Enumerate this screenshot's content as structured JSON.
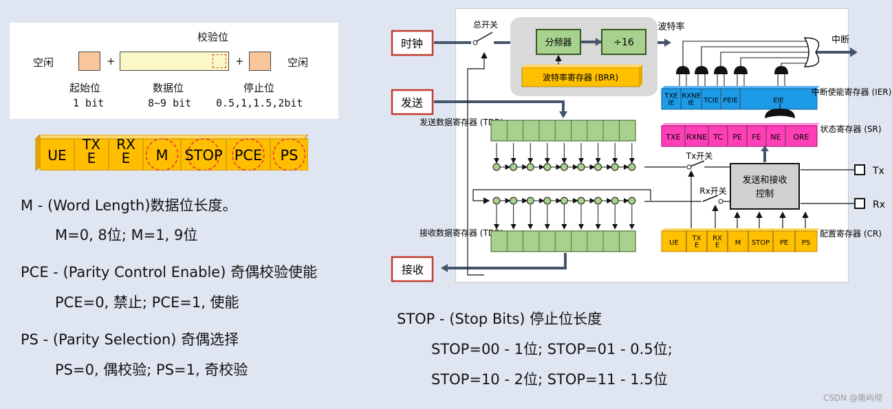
{
  "frame": {
    "parity_label": "校验位",
    "idle_left": "空闲",
    "idle_right": "空闲",
    "plus1": "+",
    "plus2": "+",
    "start_label": "起始位",
    "start_bits": "1 bit",
    "data_label": "数据位",
    "data_bits": "8~9 bit",
    "stop_label": "停止位",
    "stop_bits": "0.5,1,1.5,2bit",
    "colors": {
      "start": "#f9c59a",
      "data": "#fbf8c7",
      "stop": "#f9c59a",
      "parity_mark": "#e53935"
    }
  },
  "cr_bar": {
    "fields": [
      "UE",
      "TX E",
      "RX E",
      "M",
      "STOP",
      "PCE",
      "PS"
    ],
    "fill": "#ffbf00",
    "highlight_color": "#e53935"
  },
  "descriptions": {
    "m_title": "M - (Word Length)数据位长度。",
    "m_values": "M=0, 8位; M=1, 9位",
    "pce_title": "PCE - (Parity Control Enable) 奇偶校验使能",
    "pce_values": "PCE=0, 禁止; PCE=1, 使能",
    "ps_title": "PS - (Parity Selection) 奇偶选择",
    "ps_values": "PS=0, 偶校验; PS=1, 奇校验",
    "stop_title": "STOP - (Stop Bits) 停止位长度",
    "stop_values_1": "STOP=00 - 1位; STOP=01 - 0.5位;",
    "stop_values_2": "STOP=10 - 2位; STOP=11 - 1.5位"
  },
  "diagram": {
    "clock": "时钟",
    "send": "发送",
    "receive": "接收",
    "master_switch": "总开关",
    "prescaler": "分频器",
    "divide": "÷16",
    "baud_rate": "波特率",
    "brr": "波特率寄存器 (BRR)",
    "interrupt": "中断",
    "ier_title": "中断使能寄存器 (IER)",
    "ier_fields": [
      "TXE IE",
      "RXNE IE",
      "TCIE",
      "PEIE",
      "EIE"
    ],
    "sr_title": "状态寄存器 (SR)",
    "sr_fields": [
      "TXE",
      "RXNE",
      "TC",
      "PE",
      "FE",
      "NE",
      "ORE"
    ],
    "tdr_title": "发送数据寄存器 (TDR)",
    "rdr_title": "接收数据寄存器 (TDR)",
    "tx_switch": "Tx开关",
    "rx_switch": "Rx开关",
    "control": "发送和接收控制",
    "tx": "Tx",
    "rx": "Rx",
    "cr_title": "配置寄存器 (CR)",
    "cr_fields": [
      "UE",
      "TX E",
      "RX E",
      "M",
      "STOP",
      "PE",
      "PS"
    ],
    "colors": {
      "red_box": "#c0392b",
      "green": "#70ad47",
      "green_light": "#a9d18e",
      "orange": "#ffc000",
      "blue": "#1e9be8",
      "pink": "#ff3fb8",
      "gray": "#d9d9d9",
      "arrow": "#44546a"
    }
  },
  "watermark": "CSDN @南屿彻"
}
